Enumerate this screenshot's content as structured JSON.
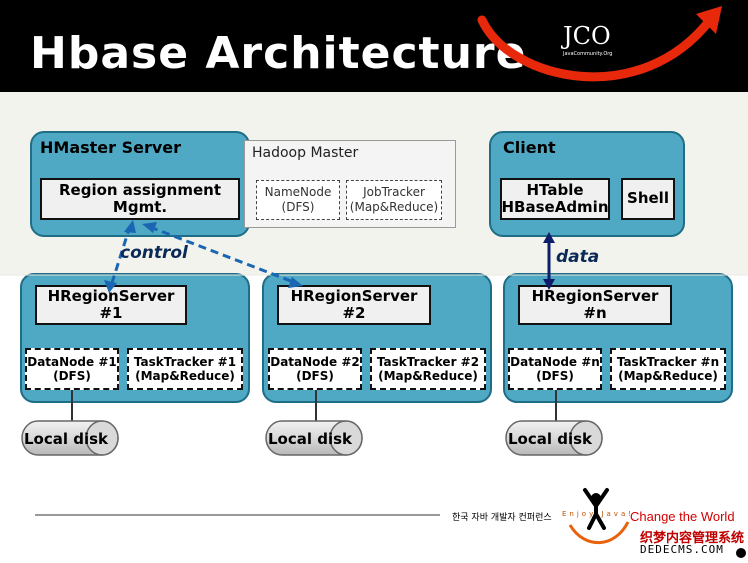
{
  "title": "Hbase Architecture",
  "logo": {
    "text": "JCO",
    "subtext": "JavaCommunity.Org"
  },
  "hmaster": {
    "title": "HMaster Server",
    "region_box": "Region assignment\nMgmt."
  },
  "hadoop": {
    "title": "Hadoop Master",
    "namenode": "NameNode\n(DFS)",
    "jobtracker": "JobTracker\n(Map&Reduce)"
  },
  "client": {
    "title": "Client",
    "htable": "HTable\nHBaseAdmin",
    "shell": "Shell"
  },
  "labels": {
    "control": "control",
    "data": "data"
  },
  "region_servers": [
    {
      "name": "HRegionServer #1",
      "datanode": "DataNode #1\n(DFS)",
      "tasktracker": "TaskTracker #1\n(Map&Reduce)",
      "disk": "Local disk"
    },
    {
      "name": "HRegionServer #2",
      "datanode": "DataNode #2\n(DFS)",
      "tasktracker": "TaskTracker #2\n(Map&Reduce)",
      "disk": "Local disk"
    },
    {
      "name": "HRegionServer #n",
      "datanode": "DataNode #n\n(DFS)",
      "tasktracker": "TaskTracker #n\n(Map&Reduce)",
      "disk": "Local disk"
    }
  ],
  "footer": {
    "conference": "한국 자바 개발자 컨퍼런스",
    "enjoy": "Enjoy Java!",
    "change": "Change the World",
    "wm1": "织梦内容管理系统",
    "wm2": "DEDECMS.COM"
  },
  "colors": {
    "server_fill": "#4fa8c4",
    "server_border": "#1f6d86",
    "arrow": "#1a66b3",
    "header": "#000000",
    "swoosh": "#e8280b"
  }
}
